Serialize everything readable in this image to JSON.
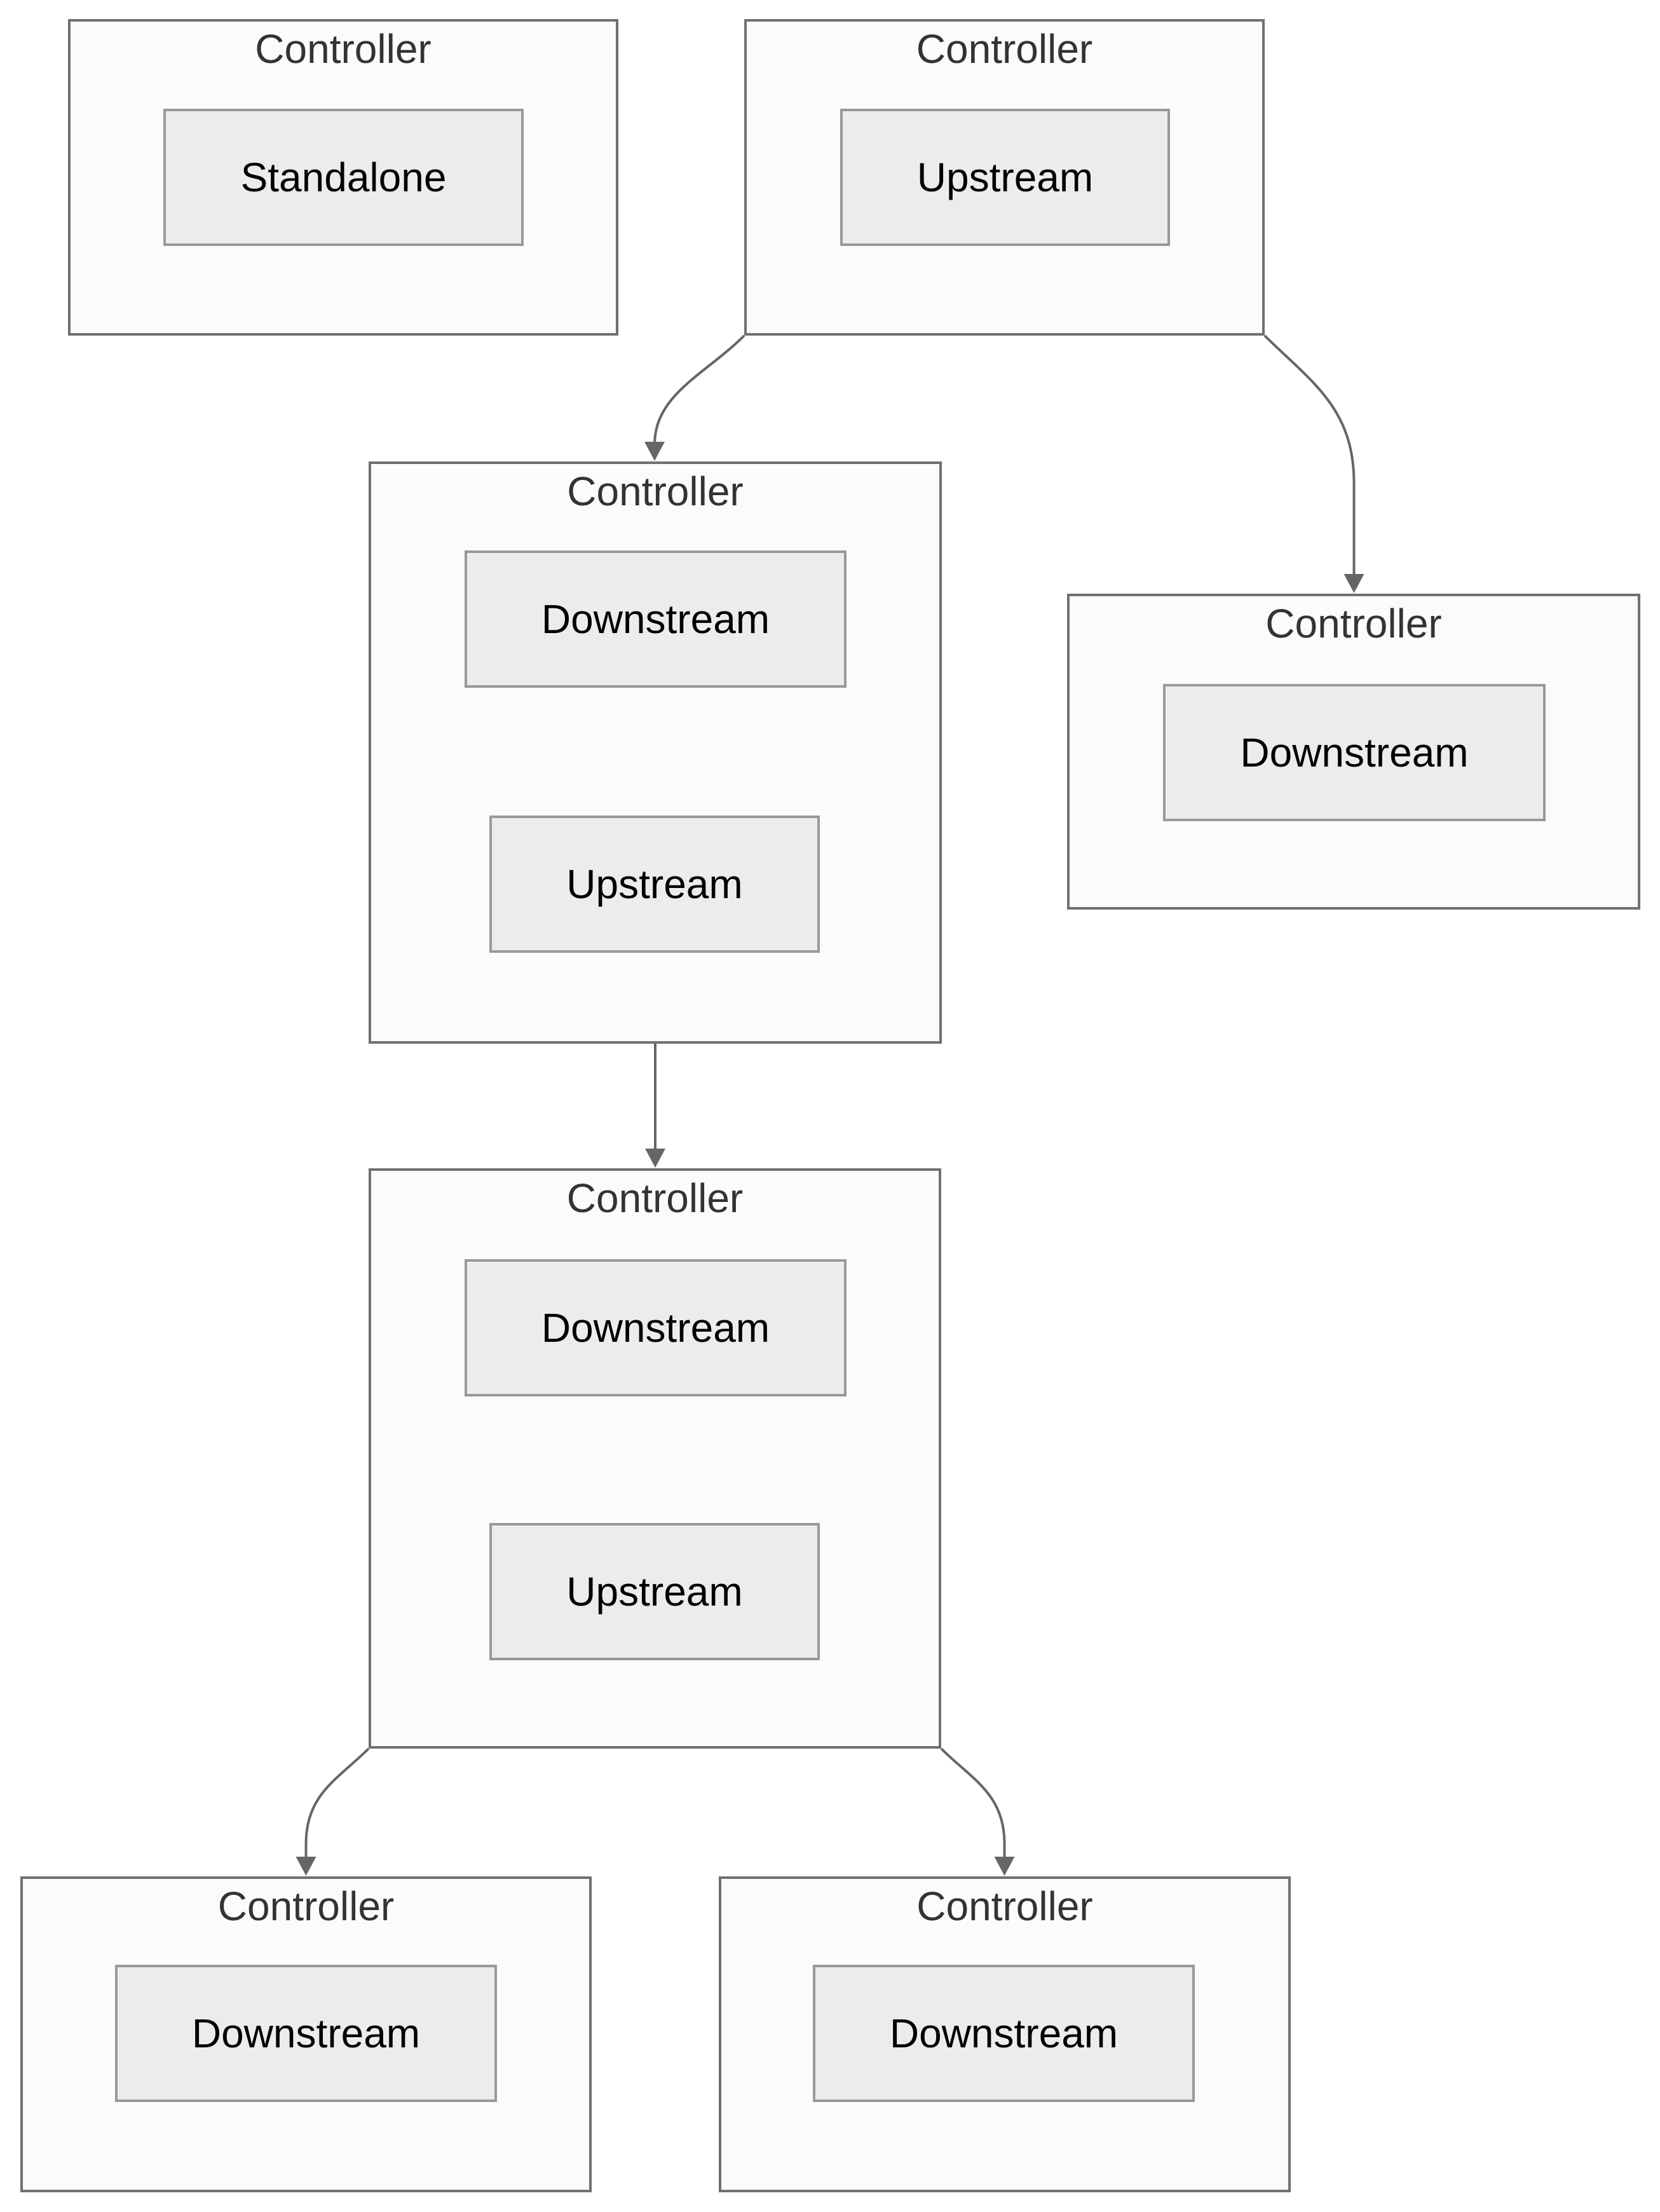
{
  "diagram": {
    "type": "flowchart",
    "clusters": [
      {
        "id": "a",
        "label": "Controller",
        "nodes": [
          {
            "id": "standalone",
            "label": "Standalone"
          }
        ]
      },
      {
        "id": "b",
        "label": "Controller",
        "nodes": [
          {
            "id": "upstream",
            "label": "Upstream"
          }
        ]
      },
      {
        "id": "c",
        "label": "Controller",
        "nodes": [
          {
            "id": "downstream",
            "label": "Downstream"
          },
          {
            "id": "upstream",
            "label": "Upstream"
          }
        ]
      },
      {
        "id": "d",
        "label": "Controller",
        "nodes": [
          {
            "id": "downstream",
            "label": "Downstream"
          }
        ]
      },
      {
        "id": "e",
        "label": "Controller",
        "nodes": [
          {
            "id": "downstream",
            "label": "Downstream"
          },
          {
            "id": "upstream",
            "label": "Upstream"
          }
        ]
      },
      {
        "id": "f",
        "label": "Controller",
        "nodes": [
          {
            "id": "downstream",
            "label": "Downstream"
          }
        ]
      },
      {
        "id": "g",
        "label": "Controller",
        "nodes": [
          {
            "id": "downstream",
            "label": "Downstream"
          }
        ]
      }
    ],
    "edges": [
      {
        "from": "b",
        "to": "c"
      },
      {
        "from": "b",
        "to": "d"
      },
      {
        "from": "c",
        "to": "e"
      },
      {
        "from": "e",
        "to": "f"
      },
      {
        "from": "e",
        "to": "g"
      }
    ],
    "colors": {
      "page_bg": "#ffffff",
      "cluster_fill": "#fbfbfb",
      "cluster_border": "#707070",
      "cluster_label_color": "#333333",
      "node_fill": "#ececec",
      "node_border": "#999999",
      "node_label_color": "#000000",
      "edge_color": "#666666"
    }
  }
}
